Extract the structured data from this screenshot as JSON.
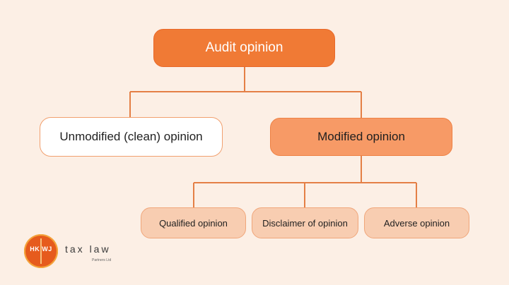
{
  "diagram": {
    "root": "Audit opinion",
    "level1": [
      "Unmodified (clean) opinion",
      "Modified opinion"
    ],
    "level2": [
      "Qualified opinion",
      "Disclaimer of opinion",
      "Adverse opinion"
    ]
  },
  "logo": {
    "monogram": "HK WJ",
    "name": "tax law",
    "subtitle": "Partners Ltd"
  },
  "colors": {
    "background": "#fcefe5",
    "root_fill": "#f07a35",
    "modified_fill": "#f79a66",
    "leaf_fill": "#f8cdb1",
    "connector": "#e47f45"
  }
}
